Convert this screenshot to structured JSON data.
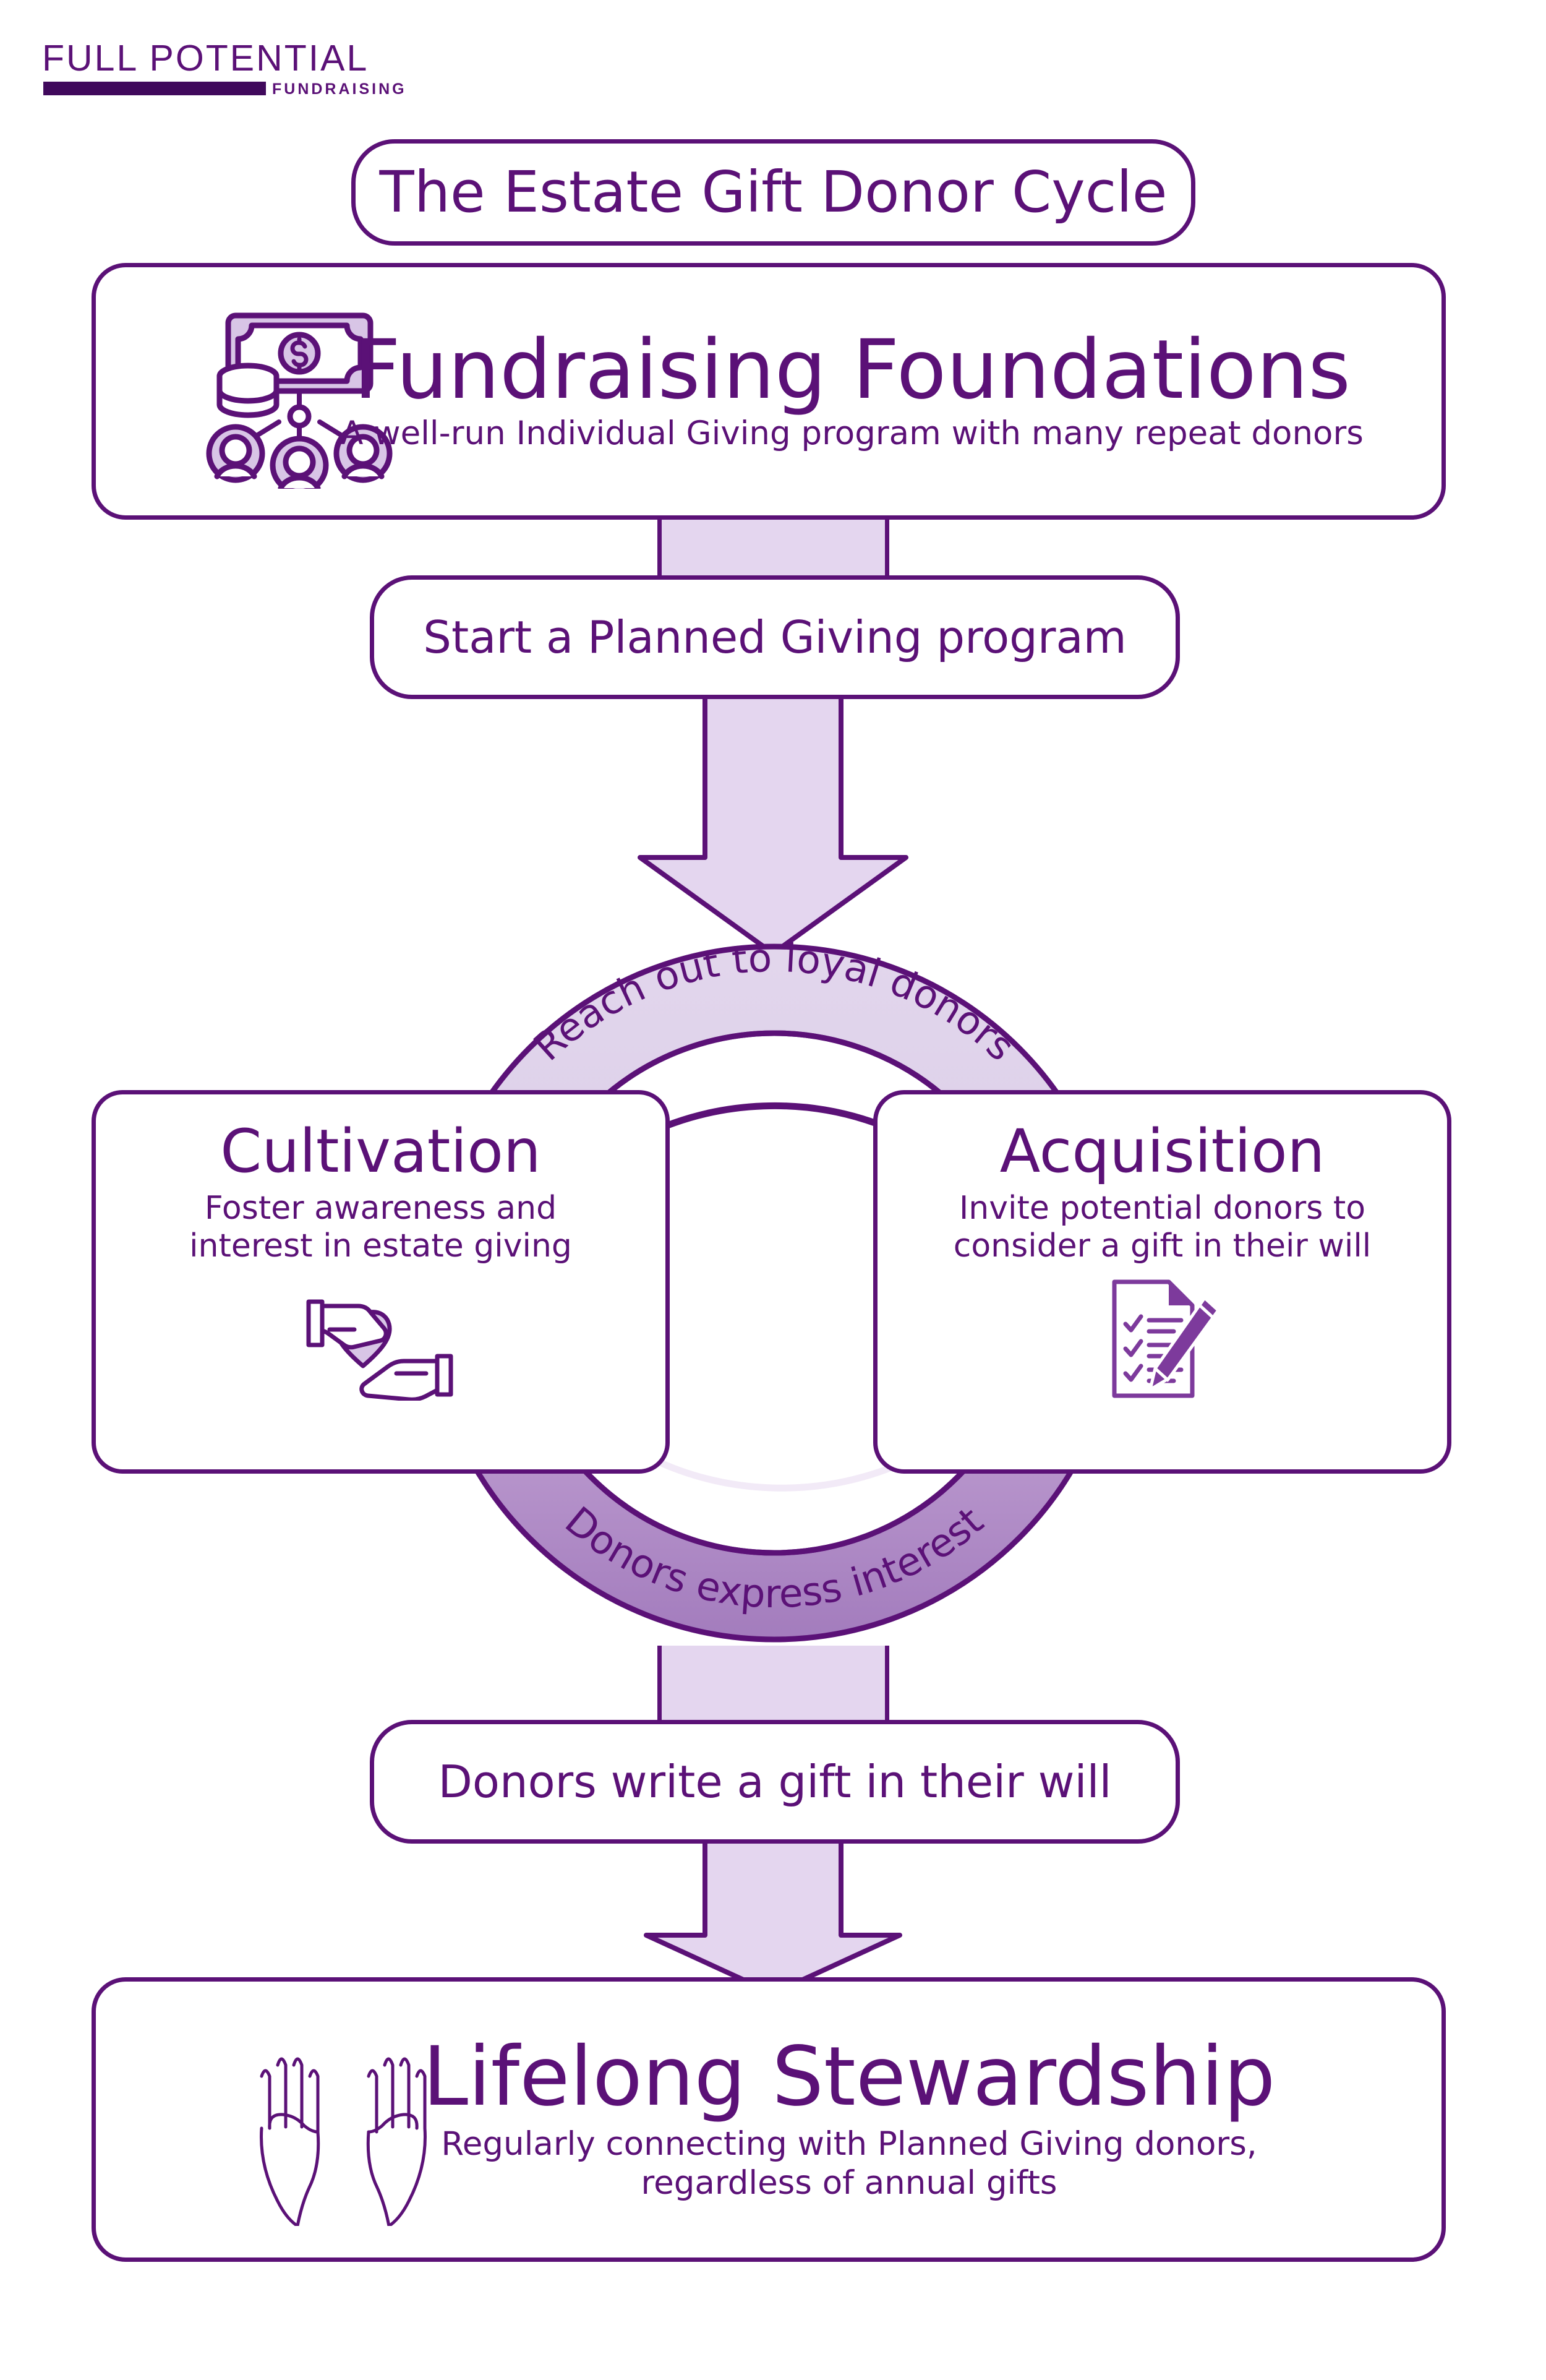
{
  "logo": {
    "word": "FULL POTENTIAL",
    "sub": "FUNDRAISING"
  },
  "colors": {
    "brand_purple": "#5b1177",
    "deep_purple": "#40095c",
    "light_lavender": "#e4d6ef",
    "ring_top": "#ded0e9",
    "ring_bottom": "#a881c0",
    "white": "#ffffff"
  },
  "title": "The Estate Gift Donor Cycle",
  "foundations": {
    "heading": "Fundraising Foundations",
    "description": "A well-run Individual Giving program with many repeat donors",
    "icon": "money-network-icon"
  },
  "start_step": {
    "label": "Start a Planned Giving program"
  },
  "cycle": {
    "top_label": "Reach out to loyal donors",
    "bottom_label": "Donors express interest",
    "top_arrow": "clockwise-arrow-icon",
    "bottom_arrow": "counterclockwise-arrow-icon"
  },
  "stages": [
    {
      "heading": "Cultivation",
      "description_line1": "Foster awareness and",
      "description_line2": "interest in estate giving",
      "icon": "hand-giving-heart-icon"
    },
    {
      "heading": "Acquisition",
      "description_line1": "Invite potential donors to",
      "description_line2": "consider a gift in their will",
      "icon": "checklist-pen-icon"
    }
  ],
  "write_step": {
    "label": "Donors write a gift in their will"
  },
  "stewardship": {
    "heading": "Lifelong Stewardship",
    "description_line1": "Regularly connecting with Planned Giving donors,",
    "description_line2": "regardless of annual gifts",
    "icon": "open-hands-icon"
  }
}
